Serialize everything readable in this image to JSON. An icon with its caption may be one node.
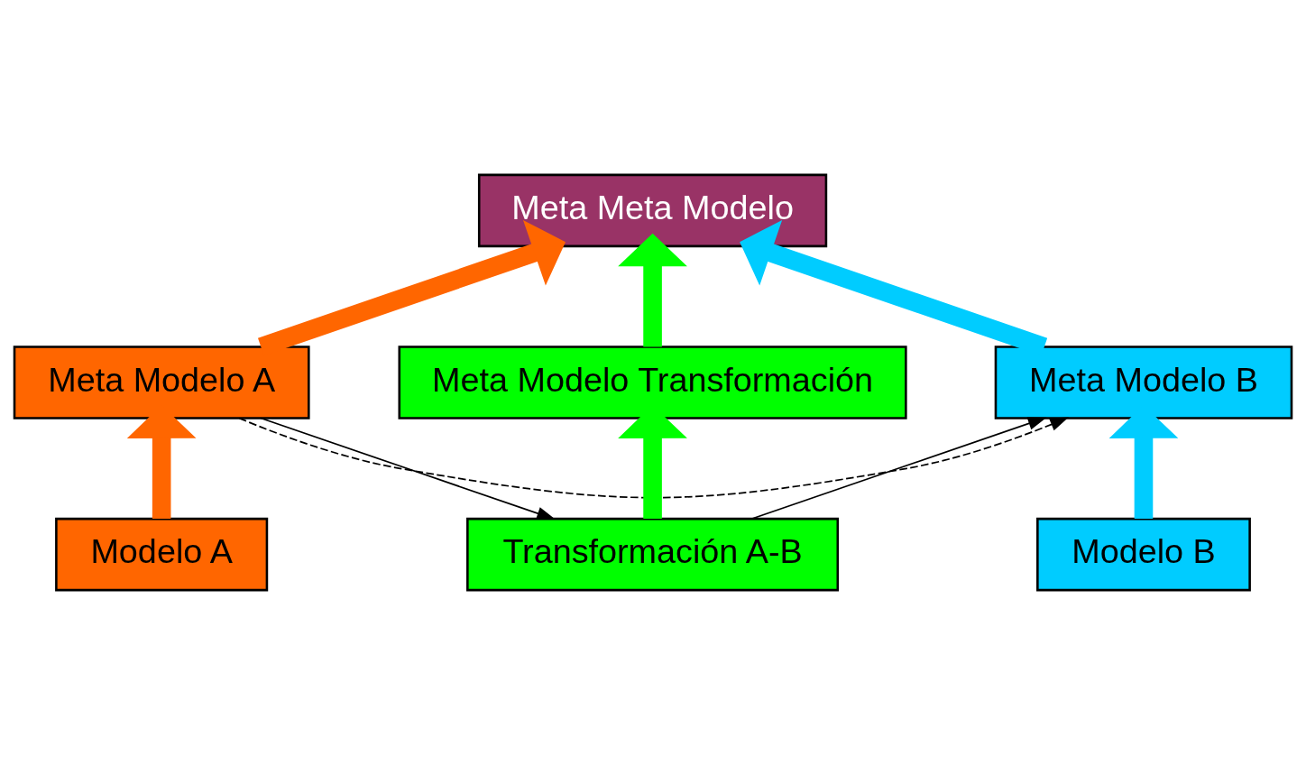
{
  "diagram": {
    "nodes": [
      {
        "text": [
          "Meta Meta Modelo"
        ]
      },
      {
        "text": [
          "Meta Modelo Transformación"
        ]
      },
      {
        "text": [
          "Meta Modelo A"
        ]
      },
      {
        "text": [
          "Meta Modelo B"
        ]
      },
      {
        "text": [
          "Transformación A-B"
        ]
      },
      {
        "text": [
          "Modelo A"
        ]
      },
      {
        "text": [
          "Modelo B"
        ]
      }
    ],
    "edges": [
      {
        "from": 2,
        "to": 0,
        "arrow": "to",
        "color": "#ff6600"
      },
      {
        "from": 1,
        "to": 0,
        "arrow": "to",
        "color": "#00ff00"
      },
      {
        "from": 3,
        "to": 0,
        "arrow": "to",
        "color": "#00ccff"
      },
      {
        "from": 4,
        "to": 1,
        "arrow": "to",
        "color": "#00ff00"
      },
      {
        "from": 2,
        "to": 3,
        "arrow": "to",
        "style": "dashed"
      },
      {
        "from": 2,
        "to": 4,
        "arrow": "to"
      },
      {
        "from": 4,
        "to": 3,
        "arrow": "to"
      },
      {
        "from": 5,
        "to": 2,
        "arrow": "to",
        "color": "#ff6600"
      },
      {
        "from": 6,
        "to": 3,
        "arrow": "to",
        "color": "#00ccff"
      }
    ]
  }
}
